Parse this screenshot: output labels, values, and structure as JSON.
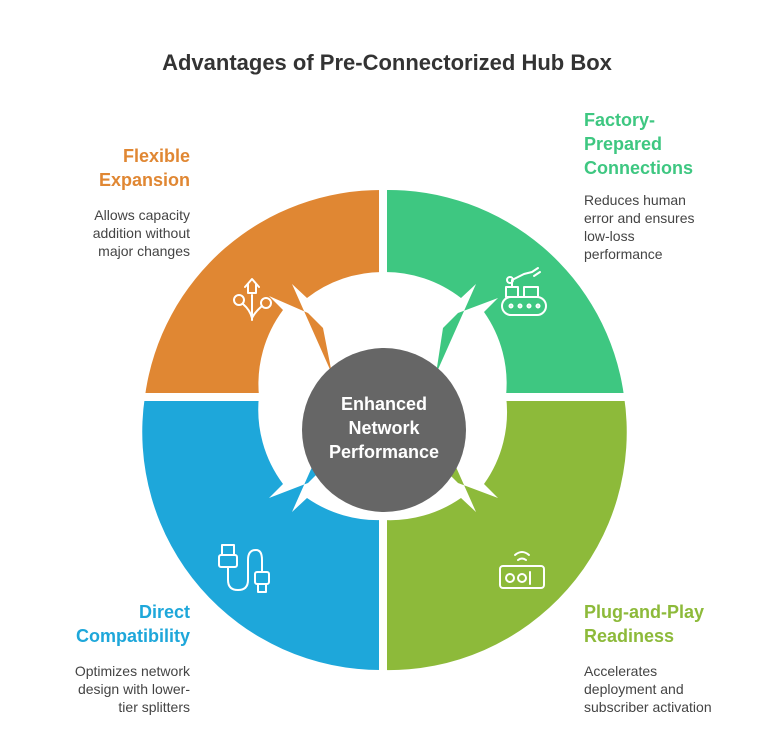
{
  "title": "Advantages of Pre-Connectorized Hub Box",
  "center": [
    "Enhanced",
    "Network",
    "Performance"
  ],
  "colors": {
    "orange": "#E08733",
    "green": "#3EC781",
    "blue": "#1EA7DA",
    "olive": "#8DBA3A",
    "center": "#666666"
  },
  "segments": [
    {
      "id": "flexible-expansion",
      "icon": "plant-growth-icon",
      "heading": [
        "Flexible",
        "Expansion"
      ],
      "description": [
        "Allows capacity",
        "addition without",
        "major changes"
      ]
    },
    {
      "id": "factory-prepared",
      "icon": "conveyor-robot-icon",
      "heading": [
        "Factory-",
        "Prepared",
        "Connections"
      ],
      "description": [
        "Reduces human",
        "error and ensures",
        "low-loss",
        "performance"
      ]
    },
    {
      "id": "direct-compatibility",
      "icon": "usb-cable-icon",
      "heading": [
        "Direct",
        "Compatibility"
      ],
      "description": [
        "Optimizes network",
        "design with lower-",
        "tier splitters"
      ]
    },
    {
      "id": "plug-and-play",
      "icon": "radio-device-icon",
      "heading": [
        "Plug-and-Play",
        "Readiness"
      ],
      "description": [
        "Accelerates",
        "deployment and",
        "subscriber activation"
      ]
    }
  ]
}
